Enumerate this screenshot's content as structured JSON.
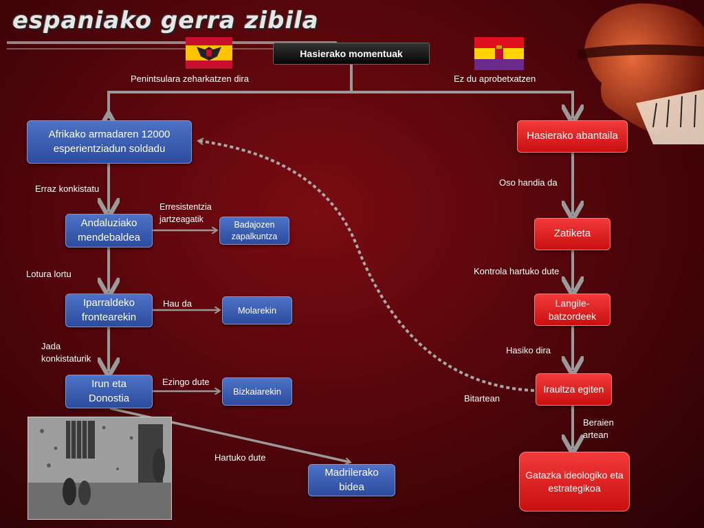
{
  "header": {
    "title": "espaniako gerra zibila"
  },
  "top": {
    "title": "Hasierako momentuak",
    "left_label": "Penintsulara zeharkatzen dira",
    "right_label": "Ez du aprobetxatzen"
  },
  "left_chain": {
    "nodes": {
      "afrikako": "Afrikako armadaren 12000 esperientziadun soldadu",
      "andaluzia": "Andaluziako mendebaldea",
      "badajoz": "Badajozen zapalkuntza",
      "iparraldeko": "Iparraldeko frontearekin",
      "molarekin": "Molarekin",
      "irun": "Irun eta Donostia",
      "bizkaia": "Bizkaiarekin",
      "madril": "Madrilerako bidea"
    },
    "labels": {
      "erraz": "Erraz konkistatu",
      "erresistentzia": "Erresistentzia jartzeagatik",
      "lotura": "Lotura lortu",
      "hau": "Hau da",
      "jada": "Jada konkistaturik",
      "ezingo": "Ezingo dute",
      "hartuko": "Hartuko dute"
    }
  },
  "right_chain": {
    "nodes": {
      "hasierako_abantaila": "Hasierako abantaila",
      "zatiketa": "Zatiketa",
      "langile": "Langile- batzordeek",
      "iraultza": "Iraultza egiten",
      "gatazka": "Gatazka ideologiko eta estrategikoa"
    },
    "labels": {
      "oso": "Oso handia da",
      "kontrola": "Kontrola hartuko dute",
      "hasiko": "Hasiko dira",
      "beraien": "Beraien artean",
      "bitartean": "Bitartean"
    }
  },
  "colors": {
    "blue": "#3a5fb4",
    "red": "#e01e1e",
    "arrow": "#9a9a9a",
    "background": "#5a060c"
  },
  "icons": {
    "flag_left": "spanish-nationalist-flag-icon",
    "flag_right": "spanish-republic-flag-icon",
    "photo": "war-photo",
    "helmet": "soldier-helmet-silhouette"
  }
}
